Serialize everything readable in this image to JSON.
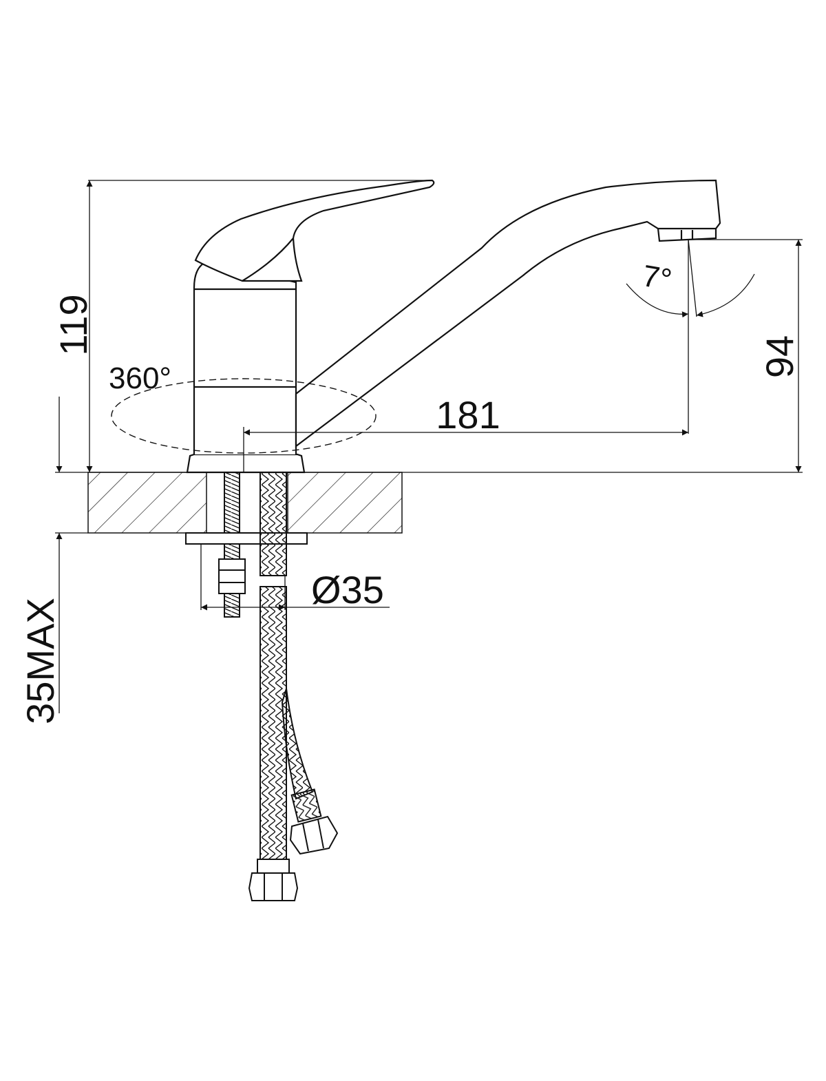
{
  "drawing": {
    "dimensions": {
      "total_height": "119",
      "spout_height": "94",
      "spout_reach": "181",
      "rotation_angle": "360°",
      "aerator_tilt": "7°",
      "mounting_hole": "Ø35",
      "max_counter_thickness": "35MAX"
    },
    "colors": {
      "line": "#111111",
      "background": "#ffffff"
    }
  }
}
